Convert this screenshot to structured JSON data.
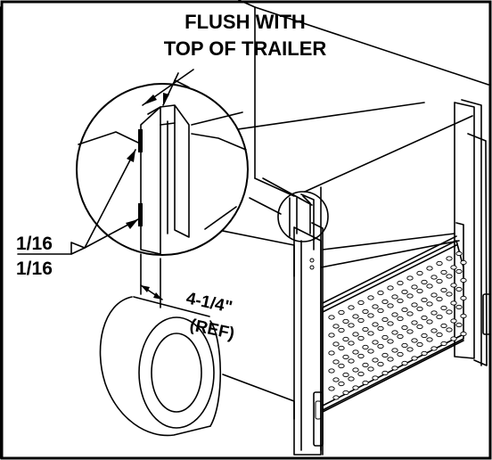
{
  "diagram": {
    "callout_flush_line1": "FLUSH WITH",
    "callout_flush_line2": "TOP OF TRAILER",
    "weld_size_top": "1/16",
    "weld_size_bottom": "1/16",
    "dimension_value": "4-1/4\"",
    "dimension_ref": "(REF)"
  }
}
